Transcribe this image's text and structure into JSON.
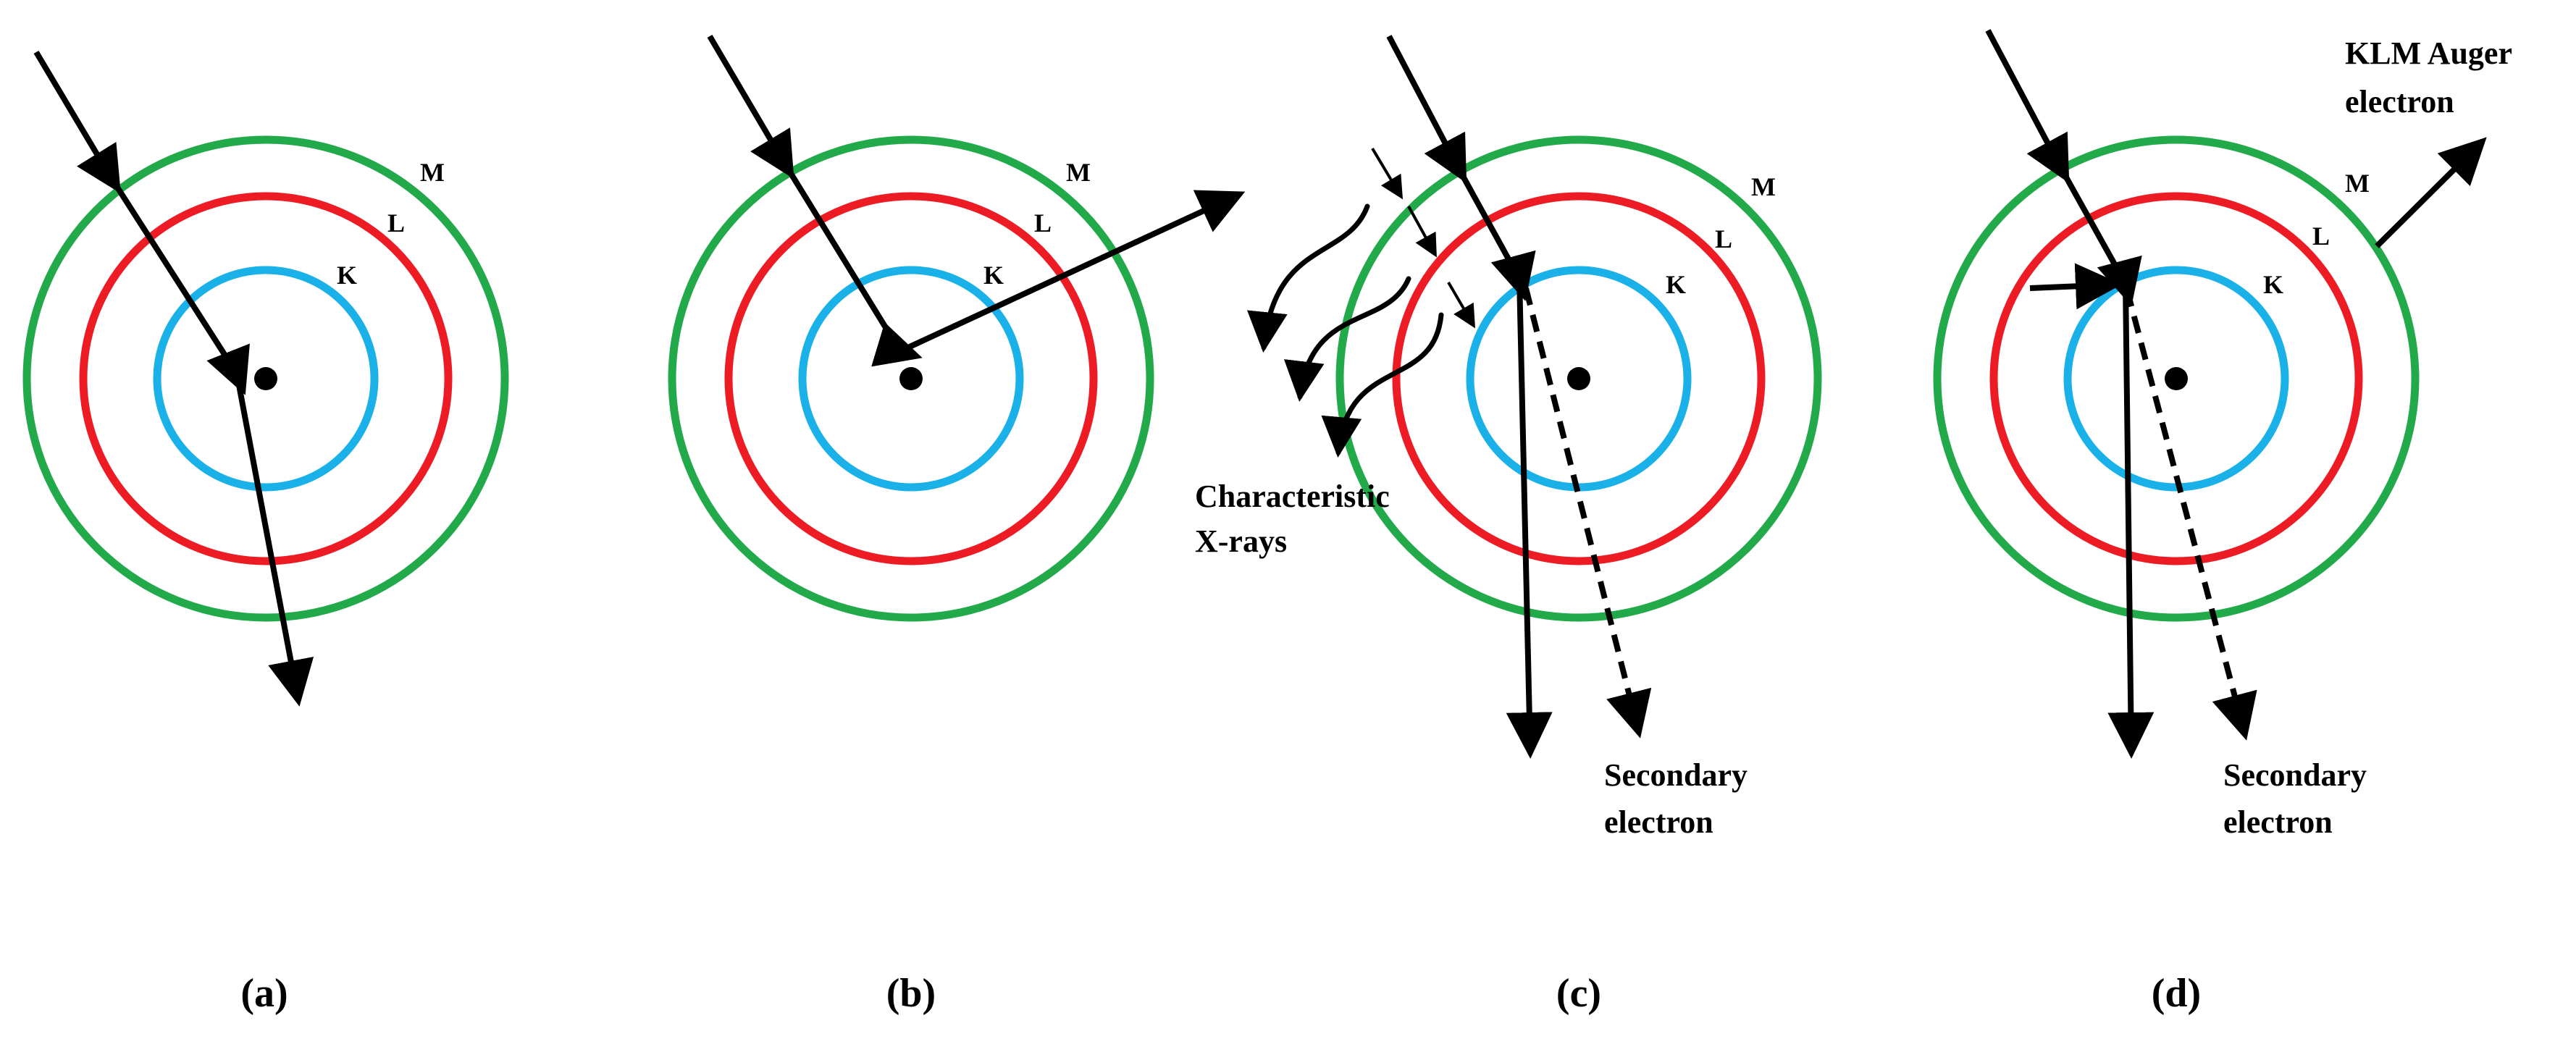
{
  "colors": {
    "shell_k": "#1ab0e8",
    "shell_l": "#ed1c24",
    "shell_m": "#22a94a",
    "arrow": "#000000"
  },
  "panels": [
    {
      "caption": "(a)",
      "shell_labels": {
        "k": "K",
        "l": "L",
        "m": "M"
      }
    },
    {
      "caption": "(b)",
      "shell_labels": {
        "k": "K",
        "l": "L",
        "m": "M"
      }
    },
    {
      "caption": "(c)",
      "shell_labels": {
        "k": "K",
        "l": "L",
        "m": "M"
      },
      "xray_label": [
        "Characteristic",
        "X-rays"
      ],
      "secondary_label": [
        "Secondary",
        "electron"
      ]
    },
    {
      "caption": "(d)",
      "shell_labels": {
        "k": "K",
        "l": "L",
        "m": "M"
      },
      "auger_label": [
        "KLM Auger",
        "electron"
      ],
      "secondary_label": [
        "Secondary",
        "electron"
      ]
    }
  ]
}
